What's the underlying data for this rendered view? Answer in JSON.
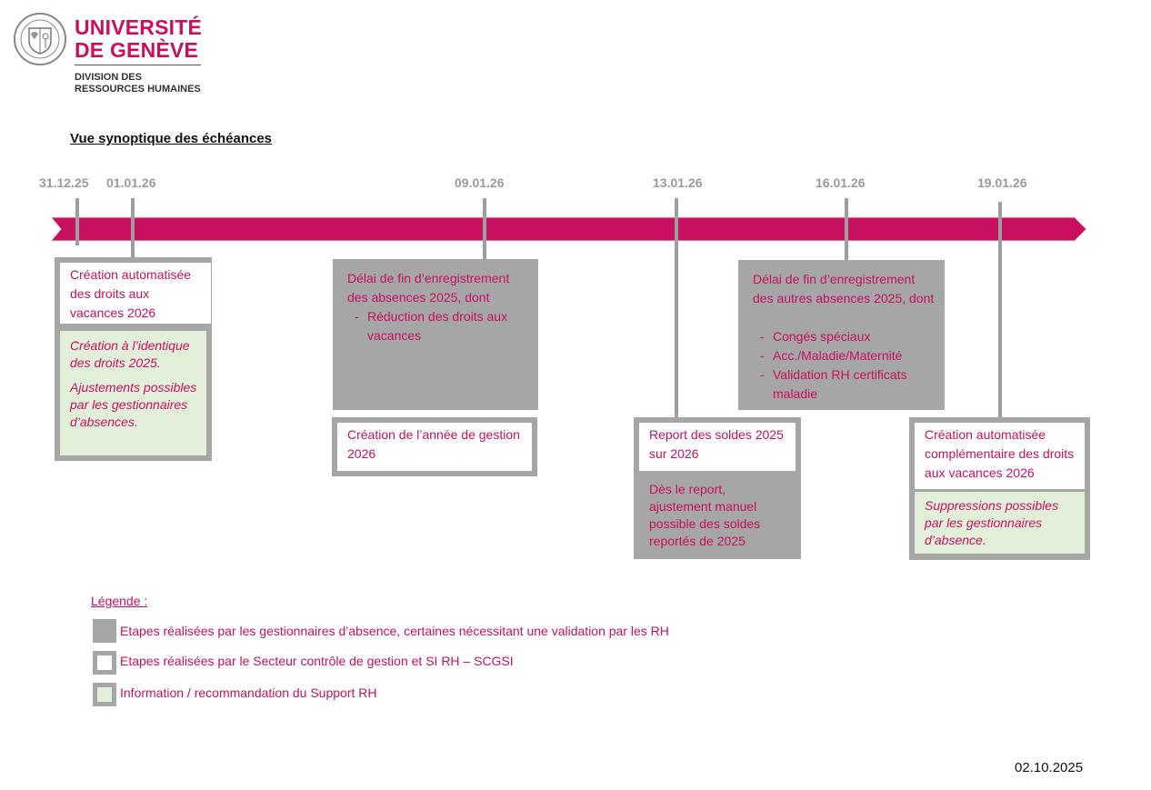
{
  "header": {
    "university_line1": "UNIVERSITÉ",
    "university_line2": "DE GENÈVE",
    "division_line1": "DIVISION DES",
    "division_line2": "RESSOURCES HUMAINES",
    "logo_icon": "university-seal-icon"
  },
  "title": "Vue synoptique des échéances",
  "timeline": {
    "dates": [
      "31.12.25",
      "01.01.26",
      "09.01.26",
      "13.01.26",
      "16.01.26",
      "19.01.26"
    ],
    "arrow_color": "#c8105e"
  },
  "boxes": {
    "b1": {
      "white_text": "Création automatisée des droits aux vacances 2026",
      "green_p1": "Création à l’identique des droits 2025.",
      "green_p2": "Ajustements possibles par les gestionnaires d’absences."
    },
    "b2": {
      "gray_intro": "Délai de fin d’enregistrement des absences 2025, dont",
      "gray_items": [
        "Réduction des droits aux vacances"
      ]
    },
    "b3": {
      "white_text": "Création de l’année de gestion 2026"
    },
    "b4": {
      "white_text": "Report des soldes 2025 sur 2026",
      "gray_text": "Dès le report, ajustement manuel possible des soldes reportés de 2025"
    },
    "b5": {
      "gray_intro": "Délai de fin d’enregistrement des autres absences 2025, dont",
      "gray_items": [
        "Congés spéciaux",
        "Acc./Maladie/Maternité",
        "Validation RH certificats maladie"
      ]
    },
    "b6": {
      "white_text": "Création automatisée complémentaire des droits aux vacances 2026",
      "green_text": "Suppressions possibles par les gestionnaires d’absence."
    }
  },
  "legend": {
    "title": "Légende :",
    "items": [
      {
        "label": "Etapes réalisées par les gestionnaires d’absence, certaines nécessitant une validation par les RH",
        "color": "#a6a6a6"
      },
      {
        "label": "Etapes réalisées par le Secteur contrôle de gestion et SI RH – SCGSI",
        "color": "#ffffff"
      },
      {
        "label": "Information / recommandation du Support RH",
        "color": "#e2efd9"
      }
    ]
  },
  "footer_date": "02.10.2025",
  "colors": {
    "brand": "#c8105e",
    "gray": "#a6a6a6",
    "green": "#e2efd9"
  }
}
